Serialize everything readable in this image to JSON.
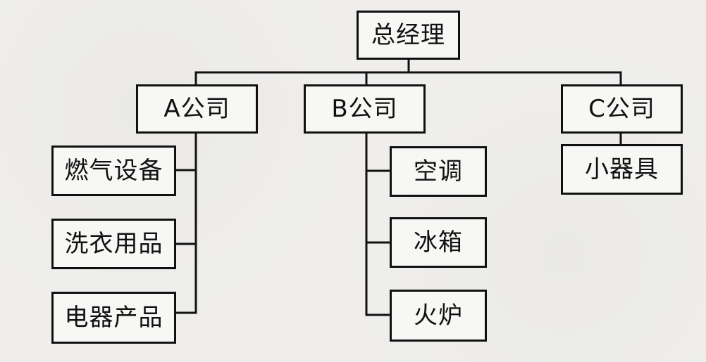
{
  "diagram": {
    "root": {
      "label": "总经理"
    },
    "companies": [
      {
        "label": "A公司",
        "products": [
          "燃气设备",
          "洗衣用品",
          "电器产品"
        ]
      },
      {
        "label": "B公司",
        "products": [
          "空调",
          "冰箱",
          "火炉"
        ]
      },
      {
        "label": "C公司",
        "products": [
          "小器具"
        ]
      }
    ]
  }
}
